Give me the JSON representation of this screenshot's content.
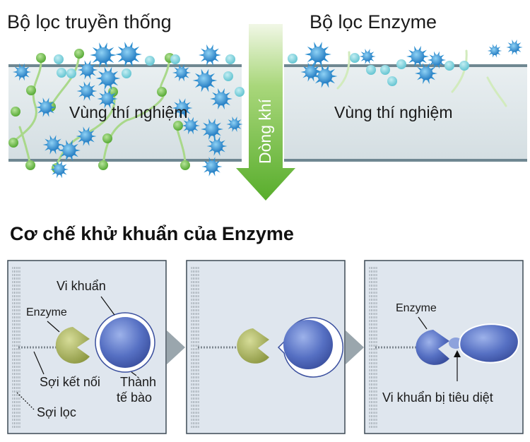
{
  "top": {
    "left_title": "Bộ lọc truyền thống",
    "right_title": "Bộ lọc Enzyme",
    "left_zone_label": "Vùng thí nghiệm",
    "right_zone_label": "Vùng thí nghiệm",
    "airflow_label": "Dòng khí"
  },
  "mechanism": {
    "heading": "Cơ chế khử khuẩn của Enzyme",
    "panel1": {
      "bacteria": "Vi khuẩn",
      "enzyme": "Enzyme",
      "linker_fiber": "Sợi kết nối",
      "cell_wall_line1": "Thành",
      "cell_wall_line2": "tế bào",
      "filter_fiber": "Sợi lọc"
    },
    "panel3": {
      "enzyme": "Enzyme",
      "destroyed": "Vi khuẩn bị tiêu diệt"
    }
  },
  "colors": {
    "band_fill": "#dfe7ea",
    "band_edge": "#6f8791",
    "virus": "#2e8fd0",
    "cyan_dot": "#7fd1dc",
    "green_dot": "#6dbf45",
    "arrow_green": "#6cbf3c",
    "panel_bg": "#dfe6ee",
    "enzyme_olive": "#a8b05a",
    "bacteria_blue": "#4a63b8",
    "chevron_gray": "#9aa6ad"
  }
}
